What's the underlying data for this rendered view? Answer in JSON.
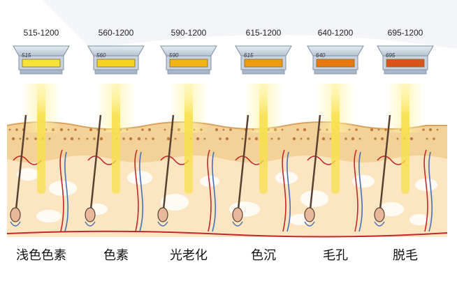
{
  "filters": [
    {
      "range": "515-1200",
      "code": "515",
      "caption": "浅色色素",
      "color": "#f6e33a"
    },
    {
      "range": "560-1200",
      "code": "560",
      "caption": "色素",
      "color": "#f5d320"
    },
    {
      "range": "590-1200",
      "code": "590",
      "caption": "光老化",
      "color": "#f2b318"
    },
    {
      "range": "615-1200",
      "code": "615",
      "caption": "色沉",
      "color": "#ee9a12"
    },
    {
      "range": "640-1200",
      "code": "640",
      "caption": "毛孔",
      "color": "#e8790f"
    },
    {
      "range": "695-1200",
      "code": "695",
      "caption": "脱毛",
      "color": "#d9531b"
    }
  ],
  "colors": {
    "beam": "#f7e04a",
    "epidermis": "#f3d29a",
    "dermis": "#fbe6c1",
    "vessel_red": "#c0282b",
    "vessel_blue": "#4a6fb5",
    "hair": "#5a4030"
  }
}
